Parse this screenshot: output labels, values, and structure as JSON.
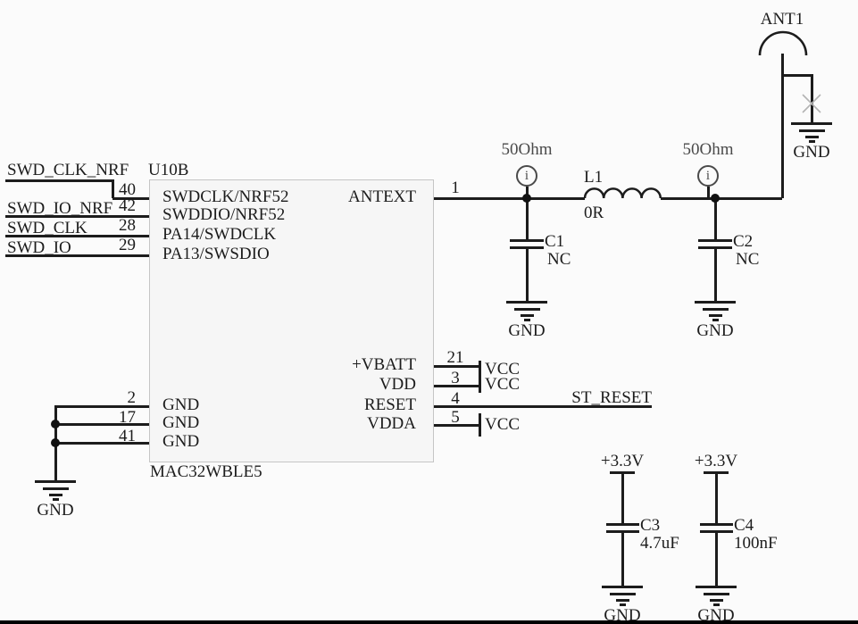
{
  "ic": {
    "refdes": "U10B",
    "part": "MAC32WBLE5",
    "left_pins": [
      {
        "num": "40",
        "name": "SWDCLK/NRF52"
      },
      {
        "num": "42",
        "name": "SWDDIO/NRF52"
      },
      {
        "num": "28",
        "name": "PA14/SWDCLK"
      },
      {
        "num": "29",
        "name": "PA13/SWSDIO"
      },
      {
        "num": "2",
        "name": "GND"
      },
      {
        "num": "17",
        "name": "GND"
      },
      {
        "num": "41",
        "name": "GND"
      }
    ],
    "right_pins": [
      {
        "num": "1",
        "name": "ANTEXT"
      },
      {
        "num": "21",
        "name": "+VBATT"
      },
      {
        "num": "3",
        "name": "VDD"
      },
      {
        "num": "4",
        "name": "RESET"
      },
      {
        "num": "5",
        "name": "VDDA"
      }
    ]
  },
  "nets": {
    "swd_clk_nrf": "SWD_CLK_NRF",
    "swd_io_nrf": "SWD_IO_NRF",
    "swd_clk": "SWD_CLK",
    "swd_io": "SWD_IO",
    "st_reset": "ST_RESET",
    "vcc": "VCC",
    "p3v3": "+3.3V",
    "gnd": "GND"
  },
  "components": {
    "ant1": {
      "refdes": "ANT1"
    },
    "l1": {
      "refdes": "L1",
      "value": "0R"
    },
    "c1": {
      "refdes": "C1",
      "value": "NC"
    },
    "c2": {
      "refdes": "C2",
      "value": "NC"
    },
    "c3": {
      "refdes": "C3",
      "value": "4.7uF"
    },
    "c4": {
      "refdes": "C4",
      "value": "100nF"
    }
  },
  "testpoint": {
    "label": "50Ohm",
    "glyph": "i"
  },
  "colors": {
    "wire": "#1c1c1c",
    "probe_gray": "#4a4a4a",
    "nc_cross": "#b3b3b3",
    "ic_fill": "#f6f6f6",
    "ic_border": "#c5c5c5",
    "background": "#fbfbfb"
  }
}
